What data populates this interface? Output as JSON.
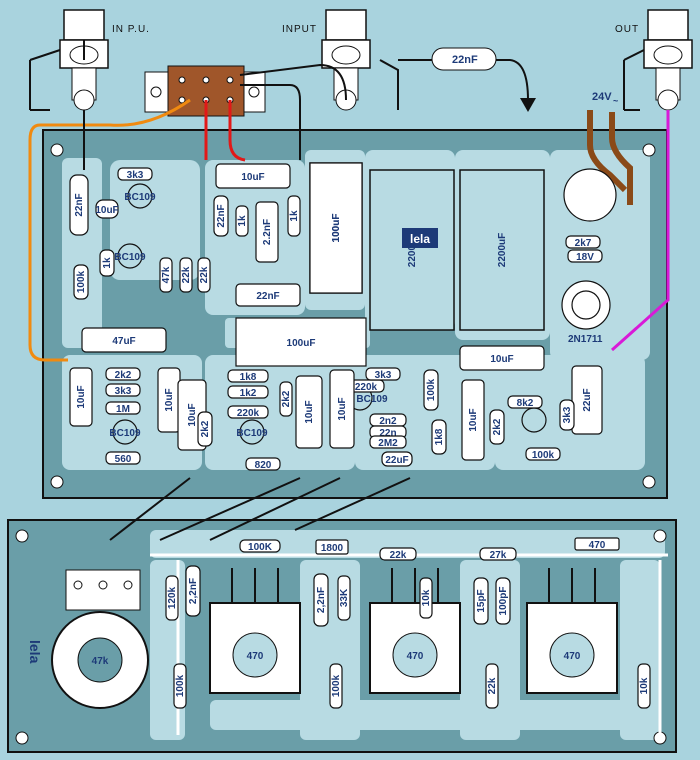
{
  "connectors": {
    "in_pu": "IN P.U.",
    "input": "INPUT",
    "out": "OUT"
  },
  "supply_label": "24V",
  "supply_suffix": "~",
  "coupling_cap": "22nF",
  "main_board": {
    "left_column": [
      "3k3",
      "22nF",
      "10uF",
      "1k",
      "100k",
      "47uF",
      "10uF",
      "2k2",
      "3k3",
      "1M",
      "560",
      "10uF"
    ],
    "center": [
      "10uF",
      "22nF",
      "1k",
      "2.2nF",
      "22nF",
      "100uF",
      "100uF",
      "1k",
      "47k",
      "22k",
      "22k"
    ],
    "bias": [
      "1k8",
      "1k2",
      "220k",
      "2k2",
      "220k",
      "820",
      "10uF",
      "10uF",
      "3k3",
      "2n2",
      "22n",
      "2M2",
      "22uF"
    ],
    "right": [
      "100k",
      "10uF",
      "1k8",
      "2k2",
      "10uF",
      "8k2",
      "100k",
      "22uF",
      "2k2",
      "3k3"
    ],
    "power": [
      "100uF",
      "2200uF",
      "2200uF",
      "10uF",
      "2k7",
      "18V",
      "2N1711"
    ],
    "transistors": [
      "BC109",
      "BC109",
      "BC109",
      "BC109",
      "BC109"
    ],
    "logo": "lela"
  },
  "tone_board": {
    "top_row": [
      "100K",
      "1800",
      "22k",
      "27k",
      "470"
    ],
    "parts": [
      "120k",
      "2,2nF",
      "2,2nF",
      "33K",
      "15pF",
      "100pF",
      "100k",
      "100k",
      "22k",
      "10k",
      "10k"
    ],
    "pot_main": "47k",
    "pots": [
      "470",
      "470",
      "470"
    ],
    "logo": "lela"
  }
}
